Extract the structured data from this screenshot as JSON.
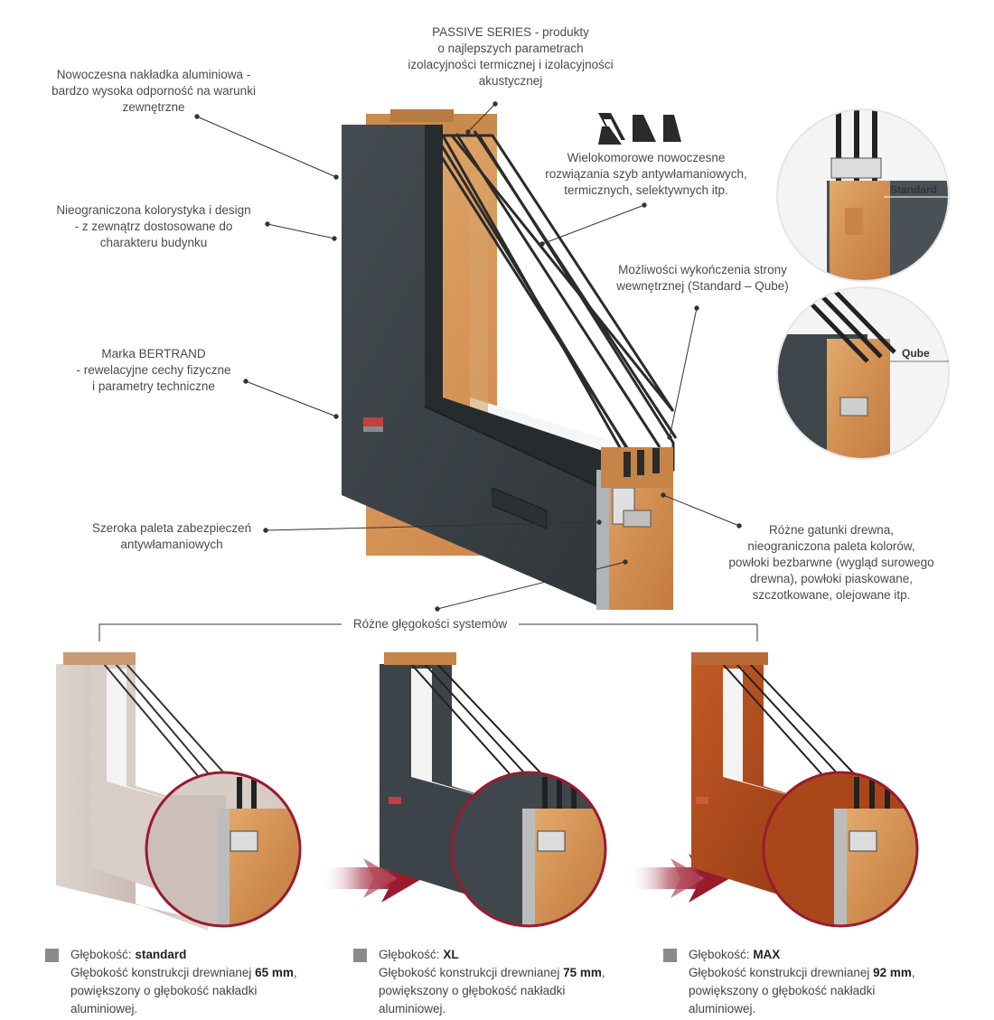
{
  "annotations": {
    "passive": [
      "PASSIVE SERIES - produkty",
      "o najlepszych parametrach",
      "izolacyjności termicznej i izolacyjności",
      "akustycznej"
    ],
    "aluminium": [
      "Nowoczesna nakładka aluminiowa -",
      "bardzo wysoka odporność na warunki",
      "zewnętrzne"
    ],
    "colors": [
      "Nieograniczona kolorystyka i design",
      "- z zewnątrz dostosowane do",
      "charakteru budynku"
    ],
    "bertrand": [
      "Marka BERTRAND",
      "- rewelacyjne cechy fizyczne",
      "i parametry techniczne"
    ],
    "security": [
      "Szeroka paleta zabezpieczeń",
      "antywłamaniowych"
    ],
    "glazing": [
      "Wielokomorowe nowoczesne",
      "rozwiązania szyb antywłamaniowych,",
      "termicznych, selektywnych itp."
    ],
    "finish": [
      "Możliwości wykończenia strony",
      "wewnętrznej (Standard – Qube)"
    ],
    "wood": [
      "Różne gatunki drewna,",
      "nieograniczona paleta kolorów,",
      "powłoki bezbarwne (wygląd surowego",
      "drewna), powłoki piaskowane,",
      "szczotkowane, olejowane itp."
    ],
    "depths_header": "Różne głęgokości systemów"
  },
  "detail_labels": {
    "standard": "Standard",
    "qube": "Qube"
  },
  "variants": [
    {
      "prefix": "Głębokość:",
      "name": "standard",
      "line2_prefix": "Głębokość konstrukcji drewnianej",
      "depth": "65 mm",
      "line2_suffix": ",",
      "line3": "powiększony o głębokość nakładki",
      "line4": "aluminiowej."
    },
    {
      "prefix": "Głębokość:",
      "name": "XL",
      "line2_prefix": "Głębokość konstrukcji drewnianej",
      "depth": "75 mm",
      "line2_suffix": ",",
      "line3": "powiększony o głębokość nakładki",
      "line4": "aluminiowej."
    },
    {
      "prefix": "Głębokość:",
      "name": "MAX",
      "line2_prefix": "Głębokość konstrukcji drewnianej",
      "depth": "92 mm",
      "line2_suffix": ",",
      "line3": "powiększony o głębokość nakładki",
      "line4": "aluminiowej."
    }
  ],
  "colors": {
    "aluminium_dark": "#3a4146",
    "wood": "#d89a5c",
    "accent_red": "#9b1b2e",
    "bullet_grey": "#8a8a8a",
    "text": "#4a4a4a"
  }
}
